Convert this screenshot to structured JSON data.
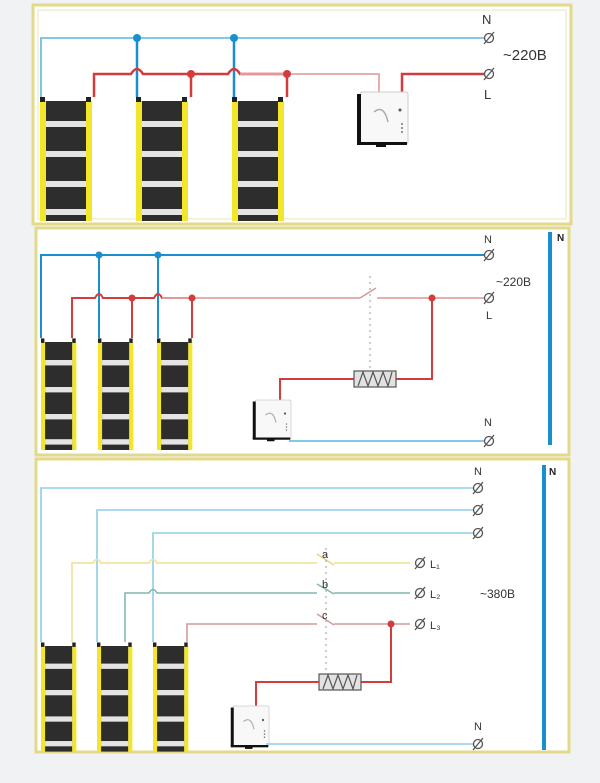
{
  "title": "Underfloor heating film wiring diagrams",
  "colors": {
    "neutral": "#58b8dc",
    "neutral_bus": "#1a8fd0",
    "live": "#d23c3c",
    "live_light": "#e3a5a5",
    "phase_a": "#f0e4a0",
    "phase_b": "#7fb8b0",
    "phase_c": "#d29a9a",
    "film_strip": "#f2e52a",
    "film_body": "#2d2d2d",
    "frame": "#e3d98a"
  },
  "diagrams": [
    {
      "name": "single-phase-direct",
      "terminals": [
        {
          "label": "N"
        },
        {
          "label": "L"
        }
      ],
      "voltage": "~220B",
      "film_count": 3,
      "thermostat": true
    },
    {
      "name": "single-phase-contactor",
      "terminals": [
        {
          "label": "N"
        },
        {
          "label": "L"
        },
        {
          "label": "N"
        }
      ],
      "voltage": "~220B",
      "bus_label": "N",
      "film_count": 3,
      "thermostat": true,
      "contactor": true
    },
    {
      "name": "three-phase-contactor",
      "terminals": [
        {
          "label": "N"
        },
        {
          "label": "N"
        }
      ],
      "phases": [
        {
          "switch": "a",
          "terminal": "L₁"
        },
        {
          "switch": "b",
          "terminal": "L₂"
        },
        {
          "switch": "c",
          "terminal": "L₃"
        }
      ],
      "voltage": "~380B",
      "bus_label": "N",
      "film_count": 3,
      "thermostat": true,
      "contactor": true
    }
  ]
}
